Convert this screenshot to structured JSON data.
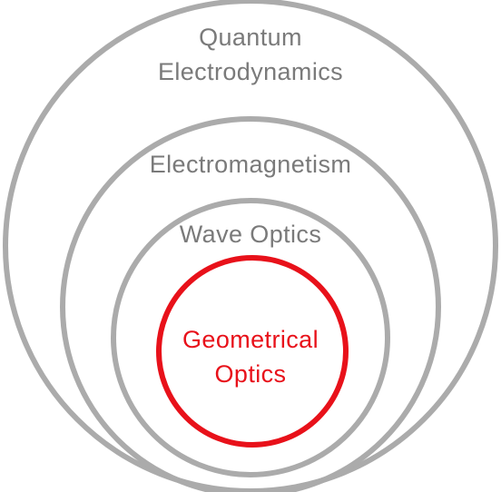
{
  "diagram": {
    "title": "",
    "colors": {
      "ring": "#ababab",
      "highlight": "#e8111a",
      "text_gray": "#7a7a7a"
    },
    "layers": [
      {
        "name": "quantum-electrodynamics",
        "label_lines": [
          "Quantum",
          "Electrodynamics"
        ],
        "highlight": false
      },
      {
        "name": "electromagnetism",
        "label_lines": [
          "Electromagnetism"
        ],
        "highlight": false
      },
      {
        "name": "wave-optics",
        "label_lines": [
          "Wave Optics"
        ],
        "highlight": false
      },
      {
        "name": "geometrical-optics",
        "label_lines": [
          "Geometrical",
          "Optics"
        ],
        "highlight": true
      }
    ]
  }
}
